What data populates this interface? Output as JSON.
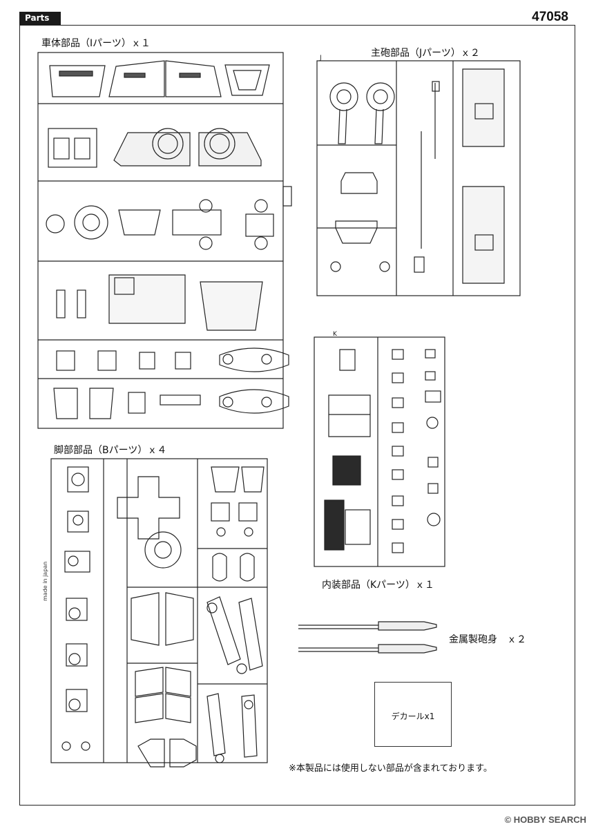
{
  "header": {
    "section_tag": "Parts",
    "product_number": "47058"
  },
  "runners": {
    "I": {
      "label": "車体部品（Iパーツ）ｘ１"
    },
    "J": {
      "label": "主砲部品（Jパーツ）ｘ２",
      "letter": "J"
    },
    "K": {
      "label": "内装部品（Kパーツ）ｘ１",
      "letter": "K"
    },
    "B": {
      "label": "脚部部品（Bパーツ）ｘ４"
    }
  },
  "metal_barrel": {
    "label": "金属製砲身　ｘ２"
  },
  "decal": {
    "label": "デカールx1"
  },
  "note": "※本製品には使用しない部品が含まれております。",
  "side_print": "made in japan",
  "watermark": "© HOBBY SEARCH",
  "colors": {
    "line": "#222222",
    "tag_bg": "#1a1a1a",
    "tag_text": "#ffffff"
  }
}
